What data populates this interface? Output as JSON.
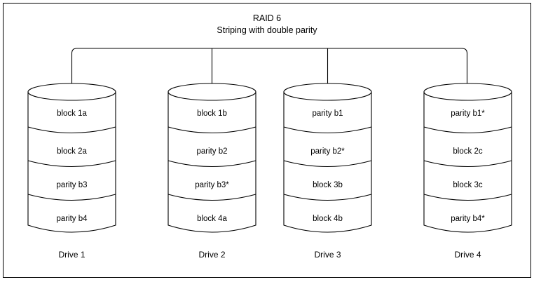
{
  "diagram": {
    "title": "RAID 6",
    "subtitle": "Striping with double parity",
    "stroke_color": "#000000",
    "fill_color": "#ffffff",
    "border_color": "#000000"
  },
  "drives": [
    {
      "label": "Drive 1",
      "segments": [
        "block 1a",
        "block 2a",
        "parity b3",
        "parity b4"
      ]
    },
    {
      "label": "Drive 2",
      "segments": [
        "block 1b",
        "parity b2",
        "parity b3*",
        "block 4a"
      ]
    },
    {
      "label": "Drive 3",
      "segments": [
        "parity b1",
        "parity b2*",
        "block 3b",
        "block 4b"
      ]
    },
    {
      "label": "Drive 4",
      "segments": [
        "parity b1*",
        "block 2c",
        "block 3c",
        "parity b4*"
      ]
    }
  ]
}
